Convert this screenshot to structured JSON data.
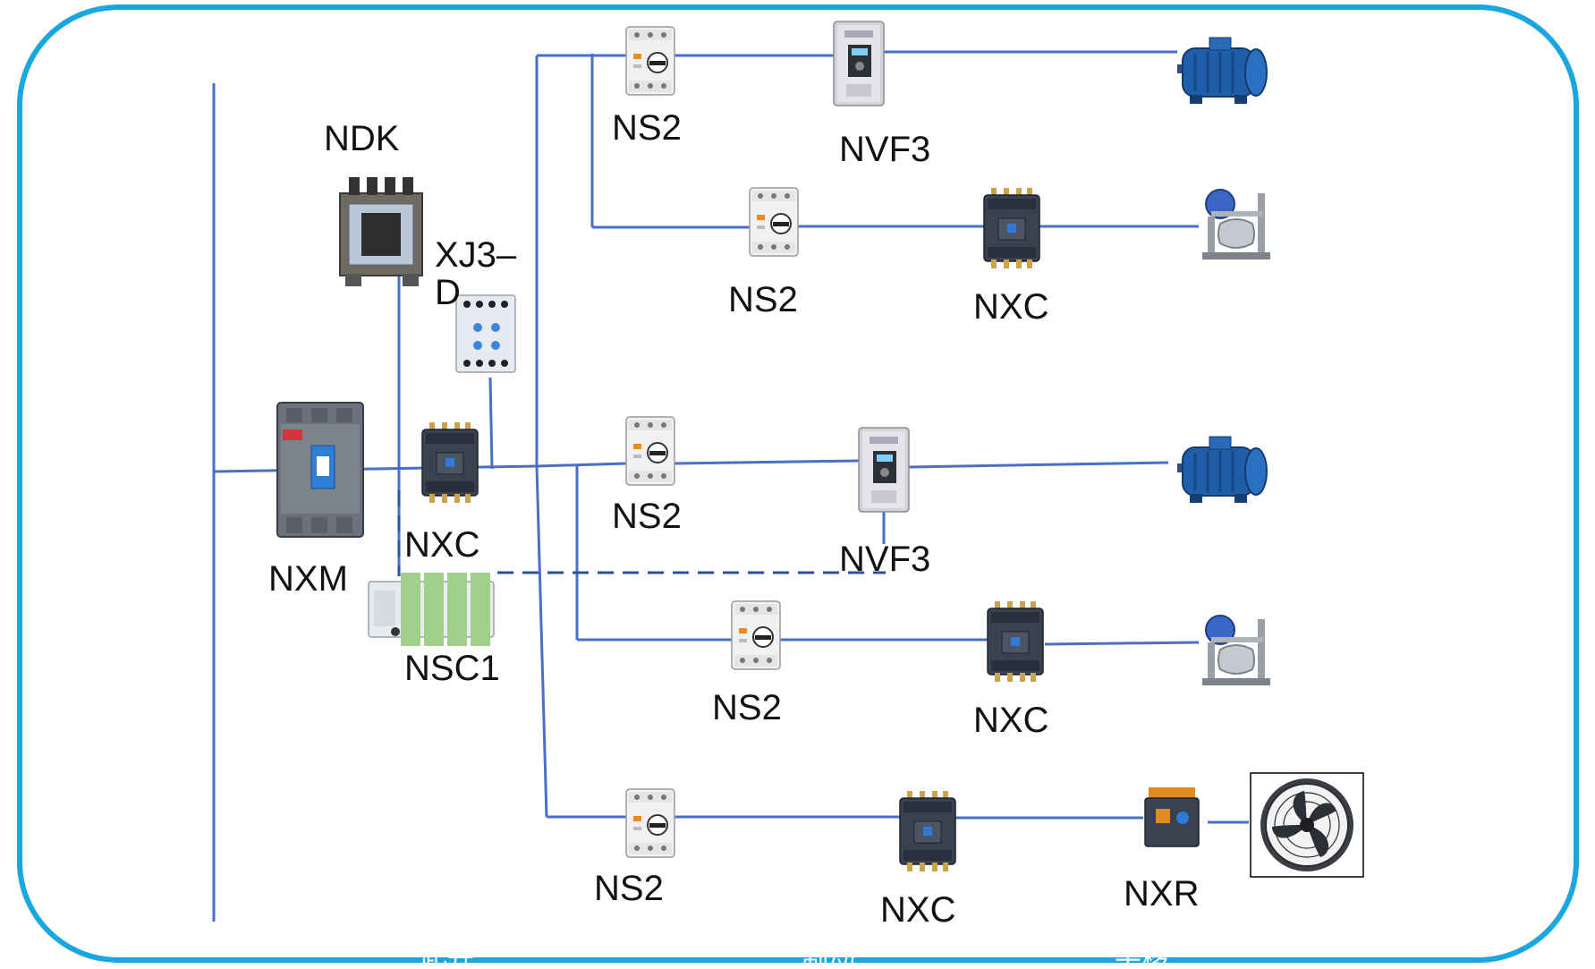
{
  "diagram": {
    "frame_color": "#1aa7e0",
    "wire_color": "#4a6fc4",
    "labels": {
      "ndk": "NDK",
      "xj3d_line1": "XJ3–",
      "xj3d_line2": "D",
      "nxm": "NXM",
      "nxc_main": "NXC",
      "nsc1": "NSC1",
      "ns2_row1": "NS2",
      "nvf3_row1": "NVF3",
      "ns2_row2": "NS2",
      "nxc_row2": "NXC",
      "ns2_row3": "NS2",
      "nvf3_row3": "NVF3",
      "ns2_row4": "NS2",
      "nxc_row4": "NXC",
      "ns2_row5": "NS2",
      "nxc_row5": "NXC",
      "nxr_row5": "NXR"
    },
    "cut_labels": {
      "left": "起升",
      "middle": "制动",
      "right": "平移"
    },
    "icons": {
      "ndk": "control-transformer-icon",
      "xj3d": "phase-relay-icon",
      "nxm": "mccb-breaker-icon",
      "nxc": "ac-contactor-icon",
      "nsc1": "plc-controller-icon",
      "ns2": "motor-protection-breaker-icon",
      "nvf3": "frequency-inverter-icon",
      "motor": "electric-motor-icon",
      "brake": "drum-brake-icon",
      "nxr": "thermal-relay-icon",
      "fan": "axial-fan-icon"
    }
  }
}
